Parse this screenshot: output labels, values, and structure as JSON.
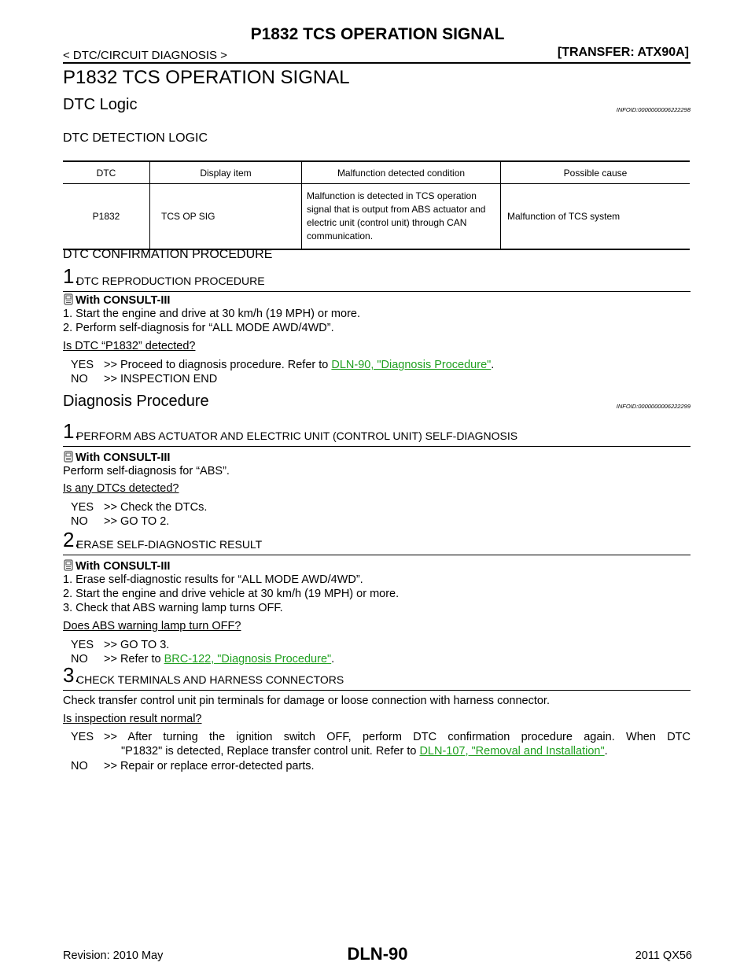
{
  "header": {
    "title": "P1832 TCS OPERATION SIGNAL",
    "breadcrumb": "< DTC/CIRCUIT DIAGNOSIS >",
    "section": "[TRANSFER: ATX90A]"
  },
  "page_title": "P1832 TCS OPERATION SIGNAL",
  "dtc_logic": {
    "title": "DTC Logic",
    "infoid": "INFOID:0000000006222298",
    "detection_heading": "DTC DETECTION LOGIC",
    "table": {
      "headers": [
        "DTC",
        "Display item",
        "Malfunction detected condition",
        "Possible cause"
      ],
      "row": {
        "dtc": "P1832",
        "display": "TCS OP SIG",
        "condition": "Malfunction is detected in TCS operation signal that is output from ABS actuator and electric unit (control unit) through CAN communication.",
        "cause": "Malfunction of TCS system"
      }
    },
    "confirmation_heading": "DTC CONFIRMATION PROCEDURE",
    "step1": {
      "num": "1.",
      "title": "DTC REPRODUCTION PROCEDURE",
      "consult": "With CONSULT-III",
      "lines": [
        "1.   Start the engine and drive at 30 km/h (19 MPH) or more.",
        "2.   Perform self-diagnosis for “ALL MODE AWD/4WD”."
      ],
      "question": "Is DTC “P1832” detected?",
      "yes_label": "YES",
      "yes_text": ">> Proceed to diagnosis procedure. Refer to ",
      "yes_link": "DLN-90, \"Diagnosis Procedure\"",
      "yes_tail": ".",
      "no_label": "NO",
      "no_text": ">> INSPECTION END"
    }
  },
  "diagnosis": {
    "title": "Diagnosis Procedure",
    "infoid": "INFOID:0000000006222299",
    "step1": {
      "num": "1.",
      "title": "PERFORM ABS ACTUATOR AND ELECTRIC UNIT (CONTROL UNIT) SELF-DIAGNOSIS",
      "consult": "With CONSULT-III",
      "line": "Perform self-diagnosis for “ABS”.",
      "question": "Is any DTCs detected?",
      "yes_label": "YES",
      "yes_text": ">> Check the DTCs.",
      "no_label": "NO",
      "no_text": ">> GO TO 2."
    },
    "step2": {
      "num": "2.",
      "title": "ERASE SELF-DIAGNOSTIC RESULT",
      "consult": "With CONSULT-III",
      "lines": [
        "1.   Erase self-diagnostic results for “ALL MODE AWD/4WD”.",
        "2.   Start the engine and drive vehicle at 30 km/h (19 MPH) or more.",
        "3.   Check that ABS warning lamp turns OFF."
      ],
      "question": "Does ABS warning lamp turn OFF?",
      "yes_label": "YES",
      "yes_text": ">> GO TO 3.",
      "no_label": "NO",
      "no_text": ">> Refer to ",
      "no_link": "BRC-122, \"Diagnosis Procedure\"",
      "no_tail": "."
    },
    "step3": {
      "num": "3.",
      "title": "CHECK TERMINALS AND HARNESS CONNECTORS",
      "line": "Check transfer control unit pin terminals for damage or loose connection with harness connector.",
      "question": "Is inspection result normal?",
      "yes_label": "YES",
      "yes_text": ">> After turning the ignition switch OFF, perform DTC confirmation procedure again. When DTC",
      "yes_text2": "\"P1832\" is detected, Replace transfer control unit. Refer to ",
      "yes_link": "DLN-107, \"Removal and Installation\"",
      "yes_tail": ".",
      "no_label": "NO",
      "no_text": ">> Repair or replace error-detected parts."
    }
  },
  "footer": {
    "revision": "Revision: 2010 May",
    "page": "DLN-90",
    "model": "2011 QX56"
  }
}
